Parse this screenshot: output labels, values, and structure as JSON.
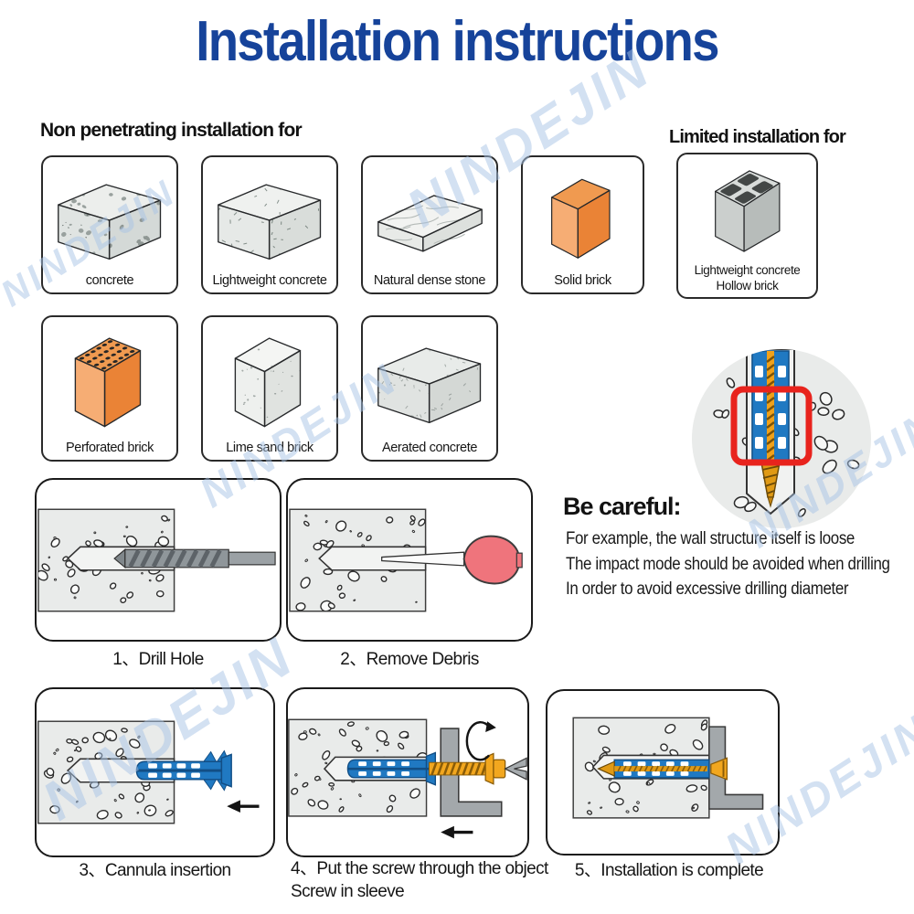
{
  "page": {
    "title": "Installation instructions"
  },
  "headings": {
    "non_penetrating": "Non penetrating installation for",
    "limited": "Limited installation for"
  },
  "materials": {
    "row1": [
      {
        "label": "concrete"
      },
      {
        "label": "Lightweight concrete"
      },
      {
        "label": "Natural dense stone"
      },
      {
        "label": "Solid brick"
      }
    ],
    "row2": [
      {
        "label": "Perforated brick"
      },
      {
        "label": "Lime sand brick"
      },
      {
        "label": "Aerated concrete"
      }
    ],
    "limited": {
      "line1": "Lightweight concrete",
      "line2": "Hollow brick"
    }
  },
  "caution": {
    "heading": "Be careful:",
    "lines": [
      "For example, the wall structure itself is loose",
      "The impact mode should be avoided when drilling",
      "In order to avoid excessive drilling diameter"
    ]
  },
  "steps": [
    {
      "label": "1、Drill Hole"
    },
    {
      "label": "2、Remove Debris"
    },
    {
      "label": "3、Cannula insertion"
    },
    {
      "label": "4、Put the screw through the object",
      "line2": "Screw in sleeve"
    },
    {
      "label": "5、Installation is complete"
    }
  ],
  "watermark": {
    "text": "NINDEJIN"
  },
  "colors": {
    "title_blue": "#16439a",
    "alert_red": "#e8231d",
    "anchor_blue": "#2079c2",
    "screw_gold": "#f0a11a",
    "brick_orange": "#f09a50",
    "blower_pink": "#ef747c",
    "concrete_gray": "#e9ebea",
    "watermark_blue": "#a7c4e6"
  }
}
